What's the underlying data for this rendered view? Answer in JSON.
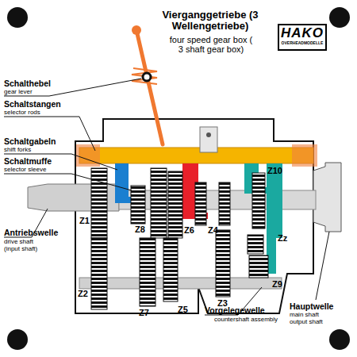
{
  "diagram": {
    "title": "Vierganggetriebe (3 Wellengetriebe)",
    "nodes": [
      {
        "text": [
          "HAKO",
          "OVERHEADMODELLE"
        ]
      }
    ],
    "labels": [
      "Schalthebel",
      "gear lever",
      "Schaltstangen",
      "selector rods",
      "Schaltgabeln",
      "shift forks",
      "Schaltmuffe",
      "selector sleeve",
      "Antriebswelle",
      "drive shaft (input shaft)",
      "Hauptwelle",
      "main shaft output shaft",
      "Vorgelegewelle",
      "countershaft assembly",
      "four speed gear box ( 3 shaft gear box)",
      "Z1",
      "Z2",
      "Z7",
      "Z5",
      "Z3",
      "Z8",
      "Z6",
      "Z4",
      "Z10",
      "Zz",
      "Z9"
    ]
  }
}
